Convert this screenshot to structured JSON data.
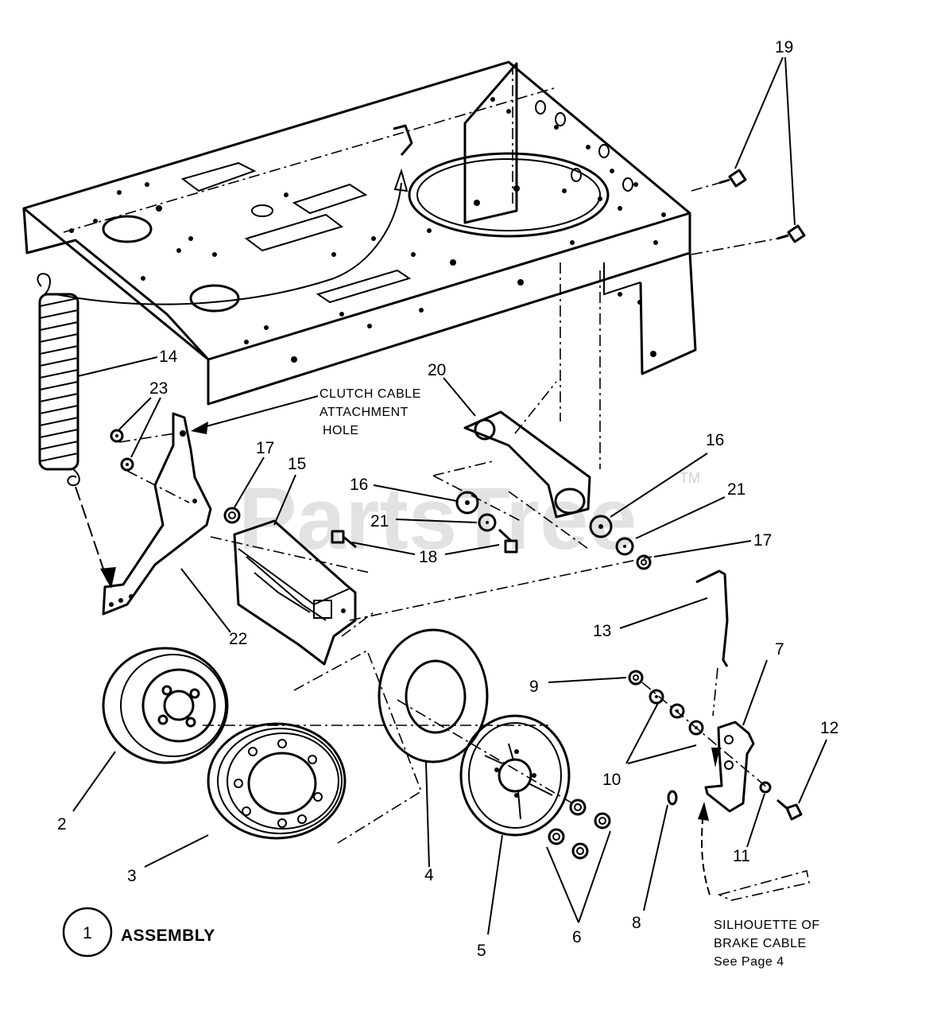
{
  "watermark": {
    "text": "PartsTree",
    "tm": "TM"
  },
  "callouts": [
    {
      "id": "c19",
      "label": "19"
    },
    {
      "id": "c14",
      "label": "14"
    },
    {
      "id": "c23",
      "label": "23"
    },
    {
      "id": "c20",
      "label": "20"
    },
    {
      "id": "c17a",
      "label": "17"
    },
    {
      "id": "c15",
      "label": "15"
    },
    {
      "id": "c16a",
      "label": "16"
    },
    {
      "id": "c16b",
      "label": "16"
    },
    {
      "id": "c21a",
      "label": "21"
    },
    {
      "id": "c21b",
      "label": "21"
    },
    {
      "id": "c17b",
      "label": "17"
    },
    {
      "id": "c18",
      "label": "18"
    },
    {
      "id": "c22",
      "label": "22"
    },
    {
      "id": "c13",
      "label": "13"
    },
    {
      "id": "c7",
      "label": "7"
    },
    {
      "id": "c9",
      "label": "9"
    },
    {
      "id": "c12",
      "label": "12"
    },
    {
      "id": "c10",
      "label": "10"
    },
    {
      "id": "c2",
      "label": "2"
    },
    {
      "id": "c3",
      "label": "3"
    },
    {
      "id": "c4",
      "label": "4"
    },
    {
      "id": "c11",
      "label": "11"
    },
    {
      "id": "c8",
      "label": "8"
    },
    {
      "id": "c5",
      "label": "5"
    },
    {
      "id": "c6",
      "label": "6"
    }
  ],
  "notes": {
    "clutch_cable": [
      "CLUTCH CABLE",
      "ATTACHMENT",
      "HOLE"
    ],
    "brake_cable": [
      "SILHOUETTE OF",
      "BRAKE CABLE",
      "See Page 4"
    ]
  },
  "assembly": {
    "number": "1",
    "label": "ASSEMBLY"
  }
}
